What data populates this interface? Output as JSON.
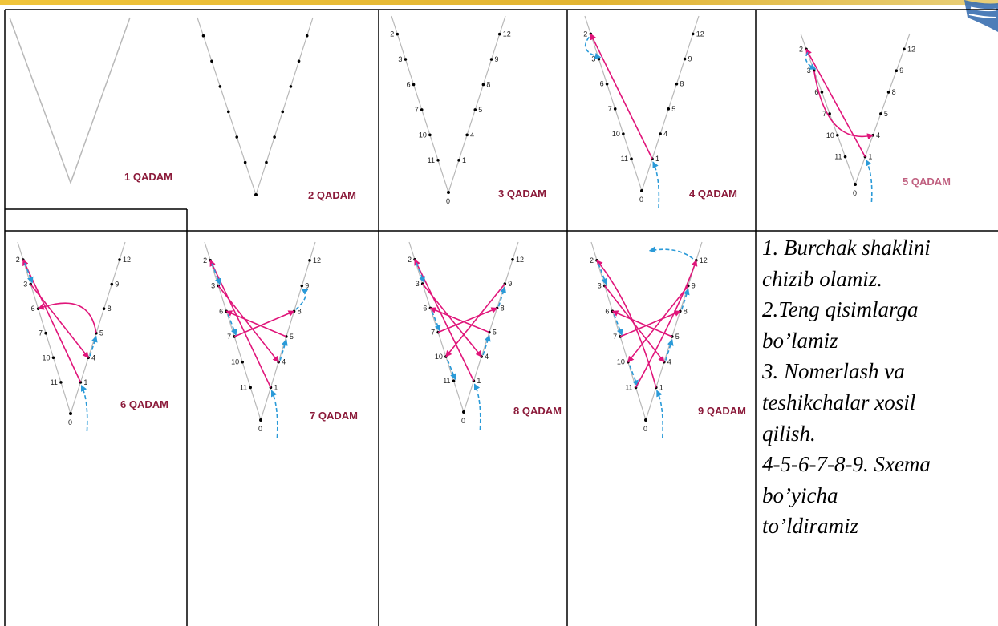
{
  "steps": [
    {
      "label": "1 QADAM"
    },
    {
      "label": "2 QADAM"
    },
    {
      "label": "3 QADAM"
    },
    {
      "label": "4 QADAM"
    },
    {
      "label": "5 QADAM"
    },
    {
      "label": "6 QADAM"
    },
    {
      "label": "7 QADAM"
    },
    {
      "label": "8 QADAM"
    },
    {
      "label": "9 QADAM"
    }
  ],
  "numbers": {
    "left": [
      "2",
      "3",
      "6",
      "7",
      "10",
      "11"
    ],
    "right": [
      "12",
      "9",
      "8",
      "5",
      "4",
      "1"
    ],
    "vertex": "0"
  },
  "instructions": [
    "1. Burchak shaklini",
    "chizib olamiz.",
    "2.Teng qisimlarga",
    "bo’lamiz",
    "3. Nomerlash va",
    "teshikchalar xosil",
    "qilish.",
    "4-5-6-7-8-9. Sxema",
    "bo’yicha",
    "to’ldiramiz"
  ],
  "colors": {
    "label": "#8b1a3a",
    "thread": "#e0157a",
    "back_thread": "#2a9ad8",
    "line": "#b8b8b8"
  }
}
